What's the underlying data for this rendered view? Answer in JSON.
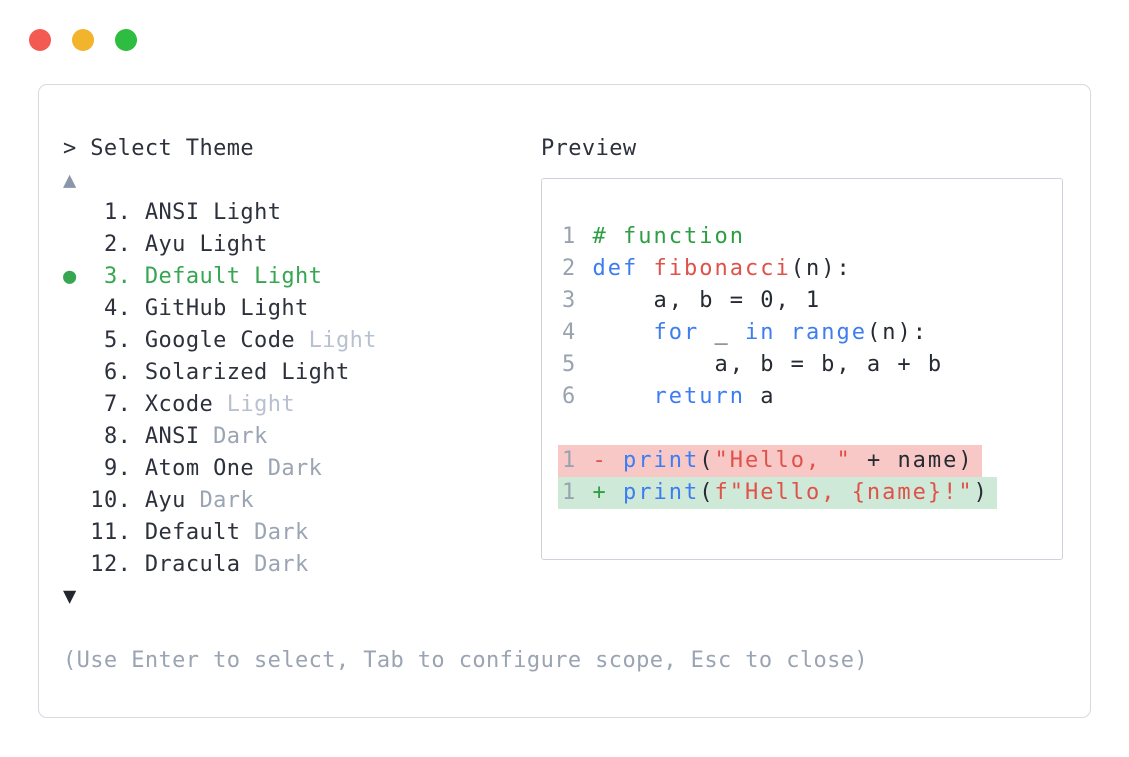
{
  "window": {
    "controls": [
      {
        "name": "close",
        "color": "#f25a52"
      },
      {
        "name": "minimize",
        "color": "#f2b32d"
      },
      {
        "name": "zoom",
        "color": "#2ebd41"
      }
    ]
  },
  "selector": {
    "prompt": "> Select Theme",
    "scroll_up_icon": "▲",
    "scroll_down_icon": "▼",
    "selected_marker": "●",
    "items": [
      {
        "number": "1",
        "name": "ANSI",
        "variant": "Light",
        "variant_dim": null,
        "selected": false
      },
      {
        "number": "2",
        "name": "Ayu",
        "variant": "Light",
        "variant_dim": null,
        "selected": false
      },
      {
        "number": "3",
        "name": "Default",
        "variant": "Light",
        "variant_dim": null,
        "selected": true
      },
      {
        "number": "4",
        "name": "GitHub",
        "variant": "Light",
        "variant_dim": null,
        "selected": false
      },
      {
        "number": "5",
        "name": "Google Code",
        "variant": "Light",
        "variant_dim": "light",
        "selected": false
      },
      {
        "number": "6",
        "name": "Solarized",
        "variant": "Light",
        "variant_dim": null,
        "selected": false
      },
      {
        "number": "7",
        "name": "Xcode",
        "variant": "Light",
        "variant_dim": "light",
        "selected": false
      },
      {
        "number": "8",
        "name": "ANSI",
        "variant": "Dark",
        "variant_dim": "dark",
        "selected": false
      },
      {
        "number": "9",
        "name": "Atom One",
        "variant": "Dark",
        "variant_dim": "dark",
        "selected": false
      },
      {
        "number": "10",
        "name": "Ayu",
        "variant": "Dark",
        "variant_dim": "dark",
        "selected": false
      },
      {
        "number": "11",
        "name": "Default",
        "variant": "Dark",
        "variant_dim": "dark",
        "selected": false
      },
      {
        "number": "12",
        "name": "Dracula",
        "variant": "Dark",
        "variant_dim": "dark",
        "selected": false
      }
    ],
    "hint": "(Use Enter to select, Tab to configure scope, Esc to close)"
  },
  "preview": {
    "title": "Preview",
    "code": [
      {
        "num": "1",
        "tokens": [
          {
            "c": "comment",
            "t": "# function"
          }
        ]
      },
      {
        "num": "2",
        "tokens": [
          {
            "c": "kw",
            "t": "def"
          },
          {
            "c": "plain",
            "t": " "
          },
          {
            "c": "red",
            "t": "fibonacci"
          },
          {
            "c": "plain",
            "t": "(n):"
          }
        ]
      },
      {
        "num": "3",
        "tokens": [
          {
            "c": "plain",
            "t": "    a, b = 0, 1"
          }
        ]
      },
      {
        "num": "4",
        "tokens": [
          {
            "c": "plain",
            "t": "    "
          },
          {
            "c": "kw",
            "t": "for"
          },
          {
            "c": "plain",
            "t": " _ "
          },
          {
            "c": "kw",
            "t": "in"
          },
          {
            "c": "plain",
            "t": " "
          },
          {
            "c": "kw",
            "t": "range"
          },
          {
            "c": "plain",
            "t": "(n):"
          }
        ]
      },
      {
        "num": "5",
        "tokens": [
          {
            "c": "plain",
            "t": "        a, b = b, a + b"
          }
        ]
      },
      {
        "num": "6",
        "tokens": [
          {
            "c": "plain",
            "t": "    "
          },
          {
            "c": "kw",
            "t": "return"
          },
          {
            "c": "plain",
            "t": " a"
          }
        ]
      }
    ],
    "diff": [
      {
        "num": "1",
        "sign": "-",
        "kind": "removed",
        "tokens": [
          {
            "c": "kw",
            "t": "print"
          },
          {
            "c": "plain",
            "t": "("
          },
          {
            "c": "red",
            "t": "\"Hello, \""
          },
          {
            "c": "plain",
            "t": " + name)"
          }
        ]
      },
      {
        "num": "1",
        "sign": "+",
        "kind": "added",
        "tokens": [
          {
            "c": "kw",
            "t": "print"
          },
          {
            "c": "plain",
            "t": "("
          },
          {
            "c": "red",
            "t": "f\"Hello, {name}!\""
          },
          {
            "c": "plain",
            "t": ")"
          }
        ]
      }
    ]
  },
  "colors": {
    "text": "#2c313c",
    "code_text": "#262b33",
    "line_number": "#99a3b0",
    "keyword_blue": "#3d7df2",
    "string_red": "#e0514a",
    "comment_green": "#2e9e44",
    "selected_green": "#36a652",
    "dim_light": "#b8c1cf",
    "dim_dark": "#9aa4b2",
    "hint_gray": "#9aa4b3",
    "arrow_up_gray": "#8b96aa",
    "arrow_down_dark": "#22262d",
    "outer_border": "#d5d9e0",
    "preview_border": "#ced3db",
    "diff_removed_bg": "#f7c8c6",
    "diff_added_bg": "#cee9d7"
  }
}
